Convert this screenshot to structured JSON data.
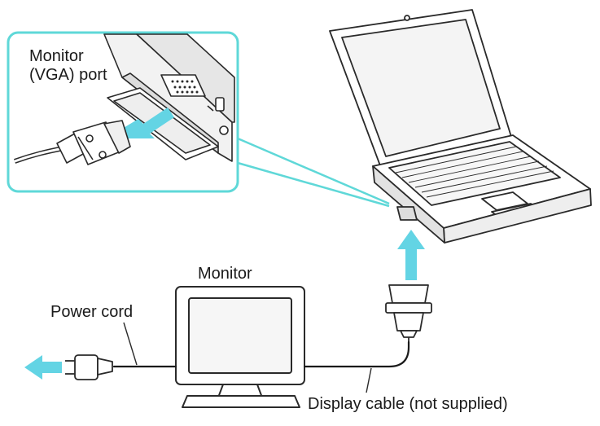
{
  "labels": {
    "monitor_port_line1": "Monitor",
    "monitor_port_line2": "(VGA) port",
    "monitor": "Monitor",
    "power_cord": "Power cord",
    "display_cable": "Display cable (not supplied)"
  },
  "colors": {
    "callout": "#5fd8d8",
    "arrow": "#63d4e4",
    "line": "#1a1a1a",
    "background": "#ffffff"
  },
  "icons": [
    "laptop-illustration",
    "monitor-illustration",
    "vga-plug-icon",
    "power-plug-icon",
    "port-closeup-illustration"
  ]
}
